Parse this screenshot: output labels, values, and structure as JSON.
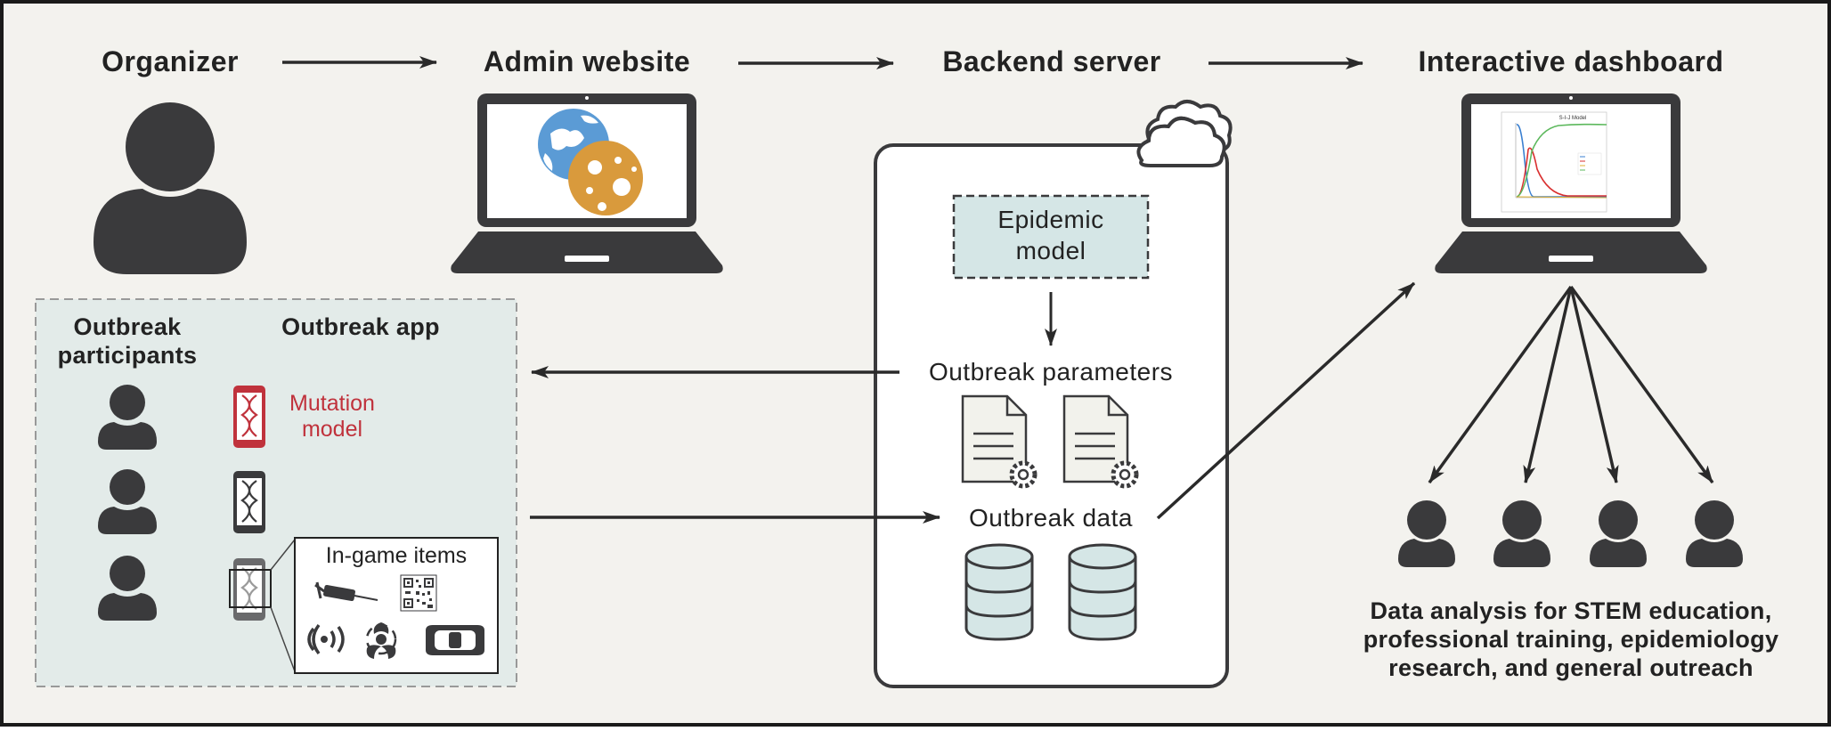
{
  "headers": {
    "organizer": "Organizer",
    "admin_website": "Admin website",
    "backend_server": "Backend server",
    "dashboard": "Interactive dashboard"
  },
  "backend": {
    "epidemic_model_line1": "Epidemic",
    "epidemic_model_line2": "model",
    "outbreak_parameters": "Outbreak parameters",
    "outbreak_data": "Outbreak data"
  },
  "participants_panel": {
    "participants_line1": "Outbreak",
    "participants_line2": "participants",
    "app_title": "Outbreak app",
    "mutation_line1": "Mutation",
    "mutation_line2": "model",
    "ingame_title": "In-game items"
  },
  "dashboard_chart": {
    "title": "S-I-J Model"
  },
  "footer": {
    "line1": "Data analysis for STEM education,",
    "line2": "professional training, epidemiology",
    "line3": "research, and general outreach"
  },
  "colors": {
    "background": "#f3f2ee",
    "border": "#1a1a1a",
    "dark": "#3a3a3c",
    "panel_fill": "#e3ebe9",
    "model_fill": "#d5e6e6",
    "accent_red": "#c0323c",
    "globe_blue": "#5b9bd5",
    "virus_orange": "#d99a3c"
  }
}
